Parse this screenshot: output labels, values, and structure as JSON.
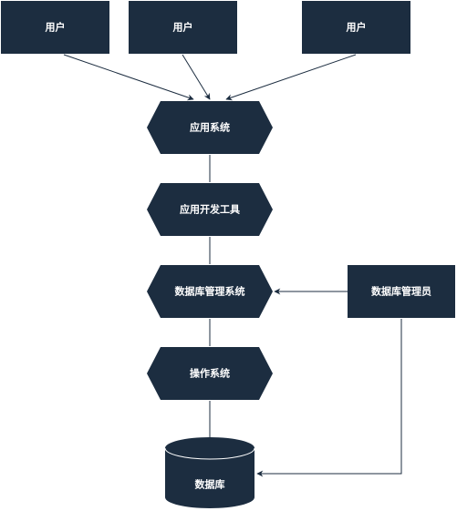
{
  "colors": {
    "node_fill": "#1c2d40",
    "edge": "#1c2d40",
    "node_text": "#ffffff"
  },
  "users": [
    "用户",
    "用户",
    "用户"
  ],
  "layers": [
    "应用系统",
    "应用开发工具",
    "数据库管理系统",
    "操作系统"
  ],
  "dba": "数据库管理员",
  "database": "数据库"
}
